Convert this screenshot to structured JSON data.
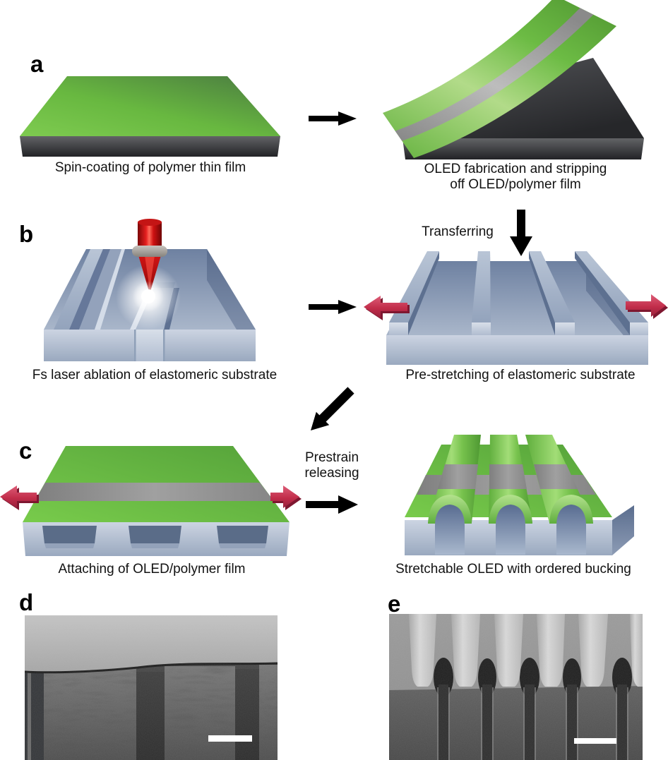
{
  "panels": {
    "a": {
      "label": "a",
      "caption_left": "Spin-coating of polymer thin film",
      "caption_right_line1": "OLED fabrication and stripping",
      "caption_right_line2": "off OLED/polymer film"
    },
    "b": {
      "label": "b",
      "caption_left": "Fs laser ablation of elastomeric substrate",
      "transfer_label": "Transferring",
      "caption_right": "Pre-stretching of elastomeric substrate"
    },
    "c": {
      "label": "c",
      "caption_left": "Attaching of OLED/polymer film",
      "release_line1": "Prestrain",
      "release_line2": "releasing",
      "caption_right": "Stretchable OLED with ordered bucking"
    },
    "d": {
      "label": "d"
    },
    "e": {
      "label": "e"
    }
  },
  "colors": {
    "background": "#ffffff",
    "polymer_green": "#6cc04a",
    "oled_stripe_gray": "#8f8f8f",
    "elastomer_blue": "#9fb0c8",
    "carrier_slab_dark": "#3a3b3d",
    "process_arrow_black": "#000000",
    "stretch_arrow_red": "#c22d4a",
    "laser_red": "#cf1212",
    "scale_bar_white": "#ffffff"
  }
}
